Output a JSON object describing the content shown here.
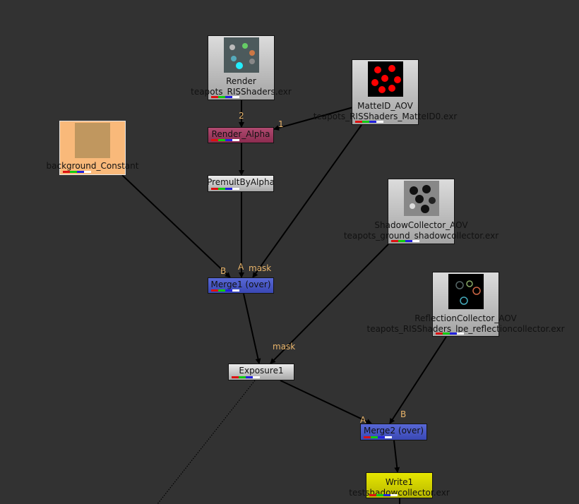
{
  "nodes": {
    "render": {
      "name": "Render",
      "file": "teapots_RISShaders.exr"
    },
    "matteid": {
      "name": "MatteID_AOV",
      "file": "teapots_RISShaders_MatteID0.exr"
    },
    "render_alpha": {
      "name": "Render_Alpha"
    },
    "background": {
      "name": "background_Constant"
    },
    "premult": {
      "name": "PremultByAlpha"
    },
    "shadow": {
      "name": "ShadowCollector_AOV",
      "file": "teapots_ground_shadowcollector.exr"
    },
    "merge1": {
      "name": "Merge1 (over)"
    },
    "reflection": {
      "name": "ReflectionCollector_AOV",
      "file": "teapots_RISShaders_lpe_reflectioncollector.exr"
    },
    "exposure": {
      "name": "Exposure1"
    },
    "merge2": {
      "name": "Merge2 (over)"
    },
    "write": {
      "name": "Write1",
      "file": "testshadowcollector.exr"
    }
  },
  "inputs": {
    "render_alpha_in2": "2",
    "render_alpha_in1": "1",
    "merge1_b": "B",
    "merge1_a": "A",
    "merge1_mask": "mask",
    "exposure_mask": "mask",
    "merge2_a": "A",
    "merge2_b": "B"
  },
  "colors": {
    "background": "#323232",
    "read_node": "#c8c8c8",
    "merge_node": "#4656c8",
    "render_alpha_node": "#a0385e",
    "constant_node": "#f9b97a",
    "write_node": "#d2d200",
    "input_label": "#e8b46a"
  }
}
